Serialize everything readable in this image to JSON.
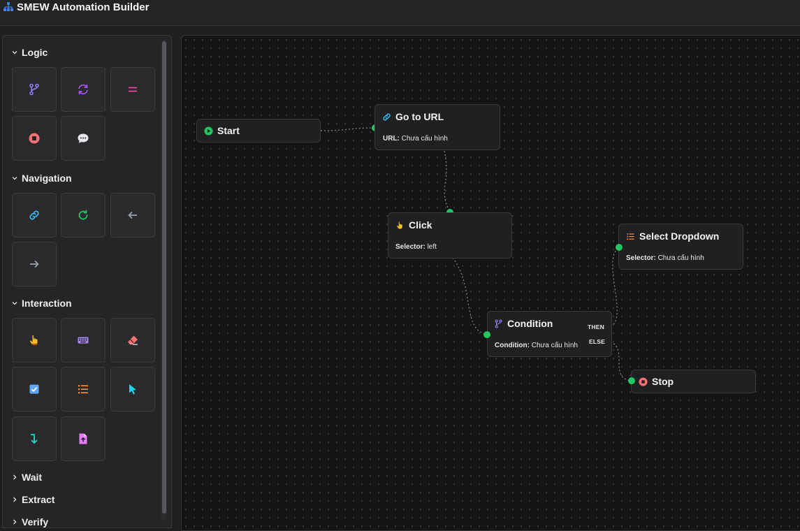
{
  "app": {
    "title": "SMEW Automation Builder",
    "logo_icon": "sitemap-icon",
    "accent": "#3b82f6"
  },
  "sidebar": {
    "sections": [
      {
        "label": "Logic",
        "expanded": true,
        "tools": [
          {
            "icon": "branch-icon",
            "color": "#8b7cf6"
          },
          {
            "icon": "loop-icon",
            "color": "#a855f7"
          },
          {
            "icon": "equals-icon",
            "color": "#ec4899"
          },
          {
            "icon": "stop-icon",
            "color": "#f87171"
          },
          {
            "icon": "comment-icon",
            "color": "#e5e7eb"
          }
        ]
      },
      {
        "label": "Navigation",
        "expanded": true,
        "tools": [
          {
            "icon": "link-icon",
            "color": "#38bdf8"
          },
          {
            "icon": "refresh-icon",
            "color": "#22c55e"
          },
          {
            "icon": "arrow-left-icon",
            "color": "#9ca3af"
          },
          {
            "icon": "arrow-right-icon",
            "color": "#9ca3af"
          }
        ]
      },
      {
        "label": "Interaction",
        "expanded": true,
        "tools": [
          {
            "icon": "pointer-hand-icon",
            "color": "#fbbf24"
          },
          {
            "icon": "keyboard-icon",
            "color": "#a78bfa"
          },
          {
            "icon": "eraser-icon",
            "color": "#f87171"
          },
          {
            "icon": "checkbox-icon",
            "color": "#60a5fa"
          },
          {
            "icon": "list-icon",
            "color": "#fb923c"
          },
          {
            "icon": "cursor-icon",
            "color": "#22d3ee"
          },
          {
            "icon": "scroll-down-icon",
            "color": "#2dd4bf"
          },
          {
            "icon": "file-upload-icon",
            "color": "#e879f9"
          }
        ]
      },
      {
        "label": "Wait",
        "expanded": false
      },
      {
        "label": "Extract",
        "expanded": false
      },
      {
        "label": "Verify",
        "expanded": false
      }
    ]
  },
  "nodes": {
    "start": {
      "title": "Start",
      "icon": "play-circle-icon",
      "color": "#22c55e"
    },
    "goto": {
      "title": "Go to URL",
      "icon": "link-icon",
      "color": "#38bdf8",
      "field_key": "URL:",
      "field_value": "Chưa cấu hình"
    },
    "click": {
      "title": "Click",
      "icon": "pointer-hand-icon",
      "color": "#fbbf24",
      "field_key": "Selector:",
      "field_value": "left"
    },
    "select": {
      "title": "Select Dropdown",
      "icon": "list-icon",
      "color": "#fb923c",
      "field_key": "Selector:",
      "field_value": "Chưa cấu hình"
    },
    "condition": {
      "title": "Condition",
      "icon": "branch-icon",
      "color": "#8b7cf6",
      "field_key": "Condition:",
      "field_value": "Chưa cấu hình",
      "then_label": "THEN",
      "else_label": "ELSE"
    },
    "stop": {
      "title": "Stop",
      "icon": "stop-icon",
      "color": "#f87171"
    }
  },
  "colors": {
    "handle": "#22c55e",
    "edge": "#8a8a8a"
  }
}
